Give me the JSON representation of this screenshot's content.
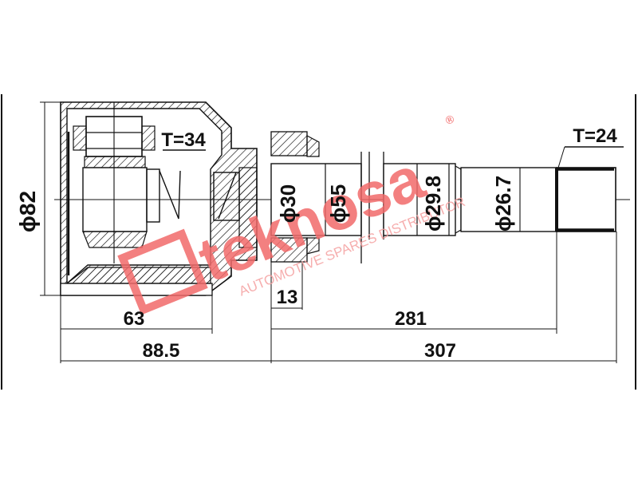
{
  "drawing": {
    "title": "Inner CV Joint Technical Drawing",
    "background": "#ffffff",
    "line_color": "#111111",
    "labels": {
      "outer_diameter": "ϕ82",
      "housing_spline_teeth": "T=34",
      "shaft_spline_teeth": "T=24",
      "seal_diameter": "ϕ30",
      "flange_diameter": "ϕ55",
      "shaft_diameter_1": "ϕ29.8",
      "shaft_diameter_2": "ϕ26.7",
      "flange_width": "13",
      "housing_length": "63",
      "shaft_length": "281",
      "housing_total_length": "88.5",
      "total_length": "307"
    }
  },
  "watermark": {
    "brand": "teknosa",
    "tagline": "AUTOMOTIVE SPARES DISTRIBUTOR",
    "registered": "®",
    "color": "#f26b6b"
  }
}
